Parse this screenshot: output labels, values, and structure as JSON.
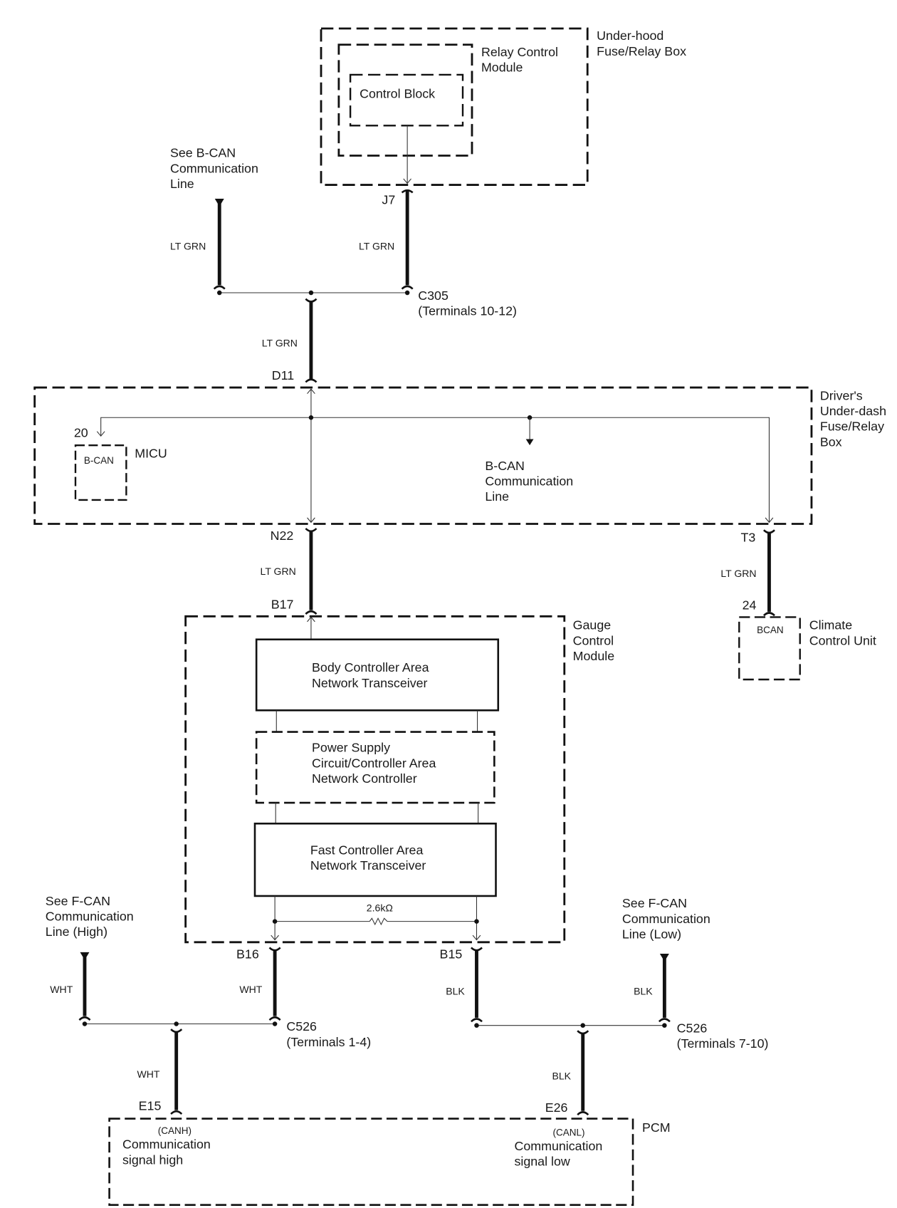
{
  "diagram": {
    "underhood_box": {
      "label_line1": "Under-hood",
      "label_line2": "Fuse/Relay Box"
    },
    "relay_module": {
      "label_line1": "Relay Control",
      "label_line2": "Module"
    },
    "control_block": {
      "label": "Control Block"
    },
    "see_bcan": {
      "line1": "See B-CAN",
      "line2": "Communication",
      "line3": "Line"
    },
    "j7": "J7",
    "wire_lt_grn": "LT GRN",
    "c305": {
      "line1": "C305",
      "line2": "(Terminals 10-12)"
    },
    "d11": "D11",
    "drivers_box": {
      "line1": "Driver's",
      "line2": "Under-dash",
      "line3": "Fuse/Relay",
      "line4": "Box"
    },
    "micu": {
      "pin": "20",
      "inner": "B-CAN",
      "label": "MICU"
    },
    "bcan_line": {
      "line1": "B-CAN",
      "line2": "Communication",
      "line3": "Line"
    },
    "n22": "N22",
    "t3": "T3",
    "b17": "B17",
    "climate": {
      "pin": "24",
      "inner": "BCAN",
      "line1": "Climate",
      "line2": "Control Unit"
    },
    "gauge": {
      "line1": "Gauge",
      "line2": "Control",
      "line3": "Module"
    },
    "body_transceiver": {
      "line1": "Body Controller Area",
      "line2": "Network Transceiver"
    },
    "power_supply": {
      "line1": "Power Supply",
      "line2": "Circuit/Controller Area",
      "line3": "Network Controller"
    },
    "fast_transceiver": {
      "line1": "Fast Controller Area",
      "line2": "Network Transceiver"
    },
    "resistor": "2.6kΩ",
    "see_fcan_high": {
      "line1": "See F-CAN",
      "line2": "Communication",
      "line3": "Line (High)"
    },
    "see_fcan_low": {
      "line1": "See F-CAN",
      "line2": "Communication",
      "line3": "Line (Low)"
    },
    "b16": "B16",
    "b15": "B15",
    "wire_wht": "WHT",
    "wire_blk": "BLK",
    "c526_high": {
      "line1": "C526",
      "line2": "(Terminals 1-4)"
    },
    "c526_low": {
      "line1": "C526",
      "line2": "(Terminals 7-10)"
    },
    "e15": "E15",
    "e26": "E26",
    "pcm": {
      "label": "PCM",
      "canh": "(CANH)",
      "high_line1": "Communication",
      "high_line2": "signal high",
      "canl": "(CANL)",
      "low_line1": "Communication",
      "low_line2": "signal low"
    }
  }
}
